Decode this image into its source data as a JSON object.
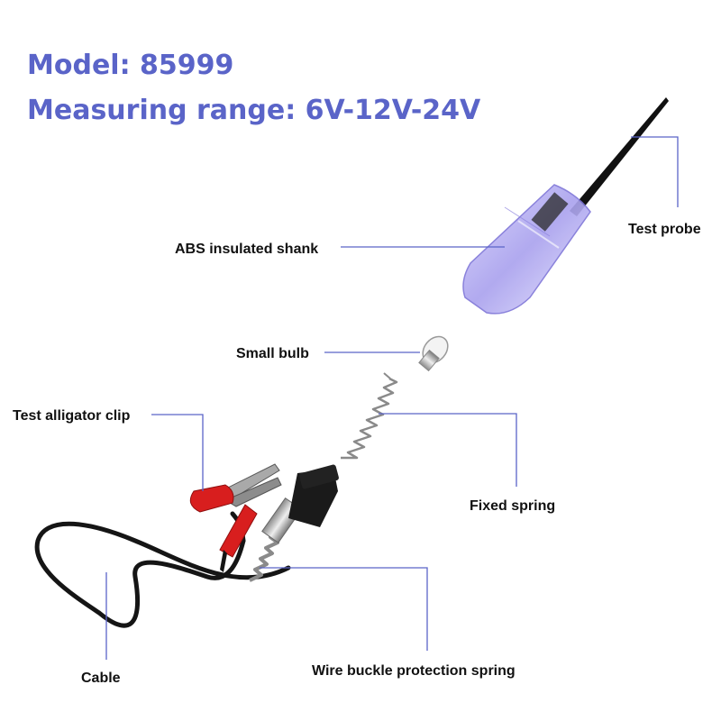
{
  "header": {
    "model_line": "Model: 85999",
    "range_line": "Measuring range: 6V-12V-24V"
  },
  "labels": {
    "test_probe": "Test probe",
    "abs_shank": "ABS insulated shank",
    "small_bulb": "Small bulb",
    "alligator_clip": "Test alligator clip",
    "fixed_spring": "Fixed spring",
    "cable": "Cable",
    "wire_spring": "Wire buckle protection spring"
  },
  "colors": {
    "accent": "#5a64c8",
    "label_text": "#111111",
    "shank": "#b8b2f0",
    "clip_sleeve": "#d81e1e",
    "cable": "#151515"
  },
  "icons": {
    "product": "circuit-tester-icon",
    "probe": "probe-tip-icon",
    "bulb": "bulb-icon",
    "clip": "alligator-clip-icon",
    "spring": "spring-icon"
  }
}
